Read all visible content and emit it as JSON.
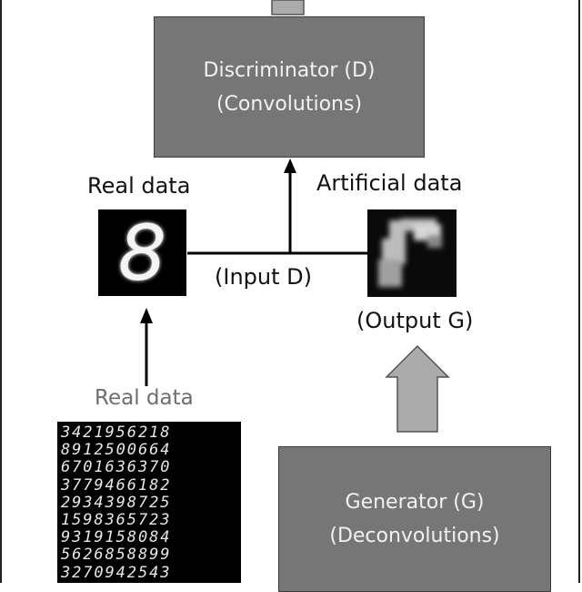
{
  "discriminator": {
    "line1": "Discriminator (D)",
    "line2": "(Convolutions)"
  },
  "generator": {
    "line1": "Generator (G)",
    "line2": "(Deconvolutions)"
  },
  "labels": {
    "real_data_top": "Real data",
    "artificial_data": "Artificial data",
    "input_d": "(Input D)",
    "output_g": "(Output G)",
    "real_data_bottom": "Real data"
  },
  "images": {
    "real_sample": "8",
    "mnist_grid": [
      "3421956218",
      "8912500664",
      "6701636370",
      "3779466182",
      "2934398725",
      "1598365723",
      "9319158084",
      "5626858899",
      "3270942543"
    ]
  },
  "colors": {
    "box_fill": "#767676",
    "block_arrow": "#ababab"
  }
}
